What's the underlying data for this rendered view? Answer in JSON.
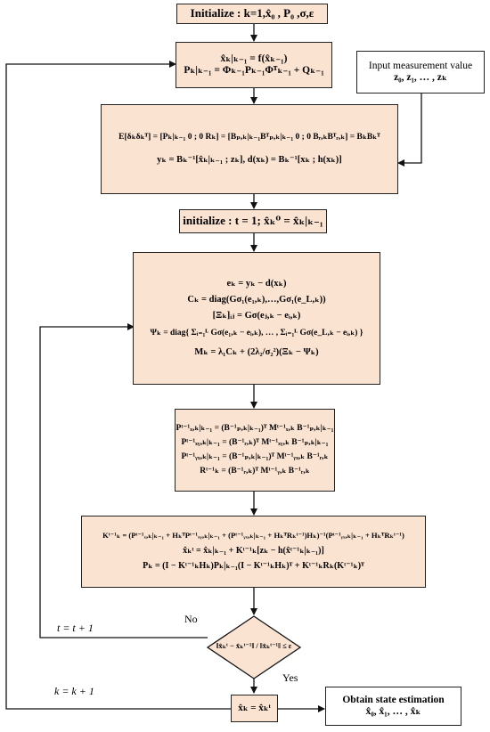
{
  "nodes": {
    "init": [
      "Initialize : k=1,x̂₀ , P₀ ,σ,ε"
    ],
    "predict": [
      "x̂ₖ|ₖ₋₁ = f(x̂ₖ₋₁)",
      "Pₖ|ₖ₋₁ = Φₖ₋₁Pₖ₋₁Φᵀₖ₋₁ + Qₖ₋₁"
    ],
    "measure": [
      "Input measurement value",
      "z₀, z₁, … , zₖ"
    ],
    "decomp": [
      "E[δₖδₖᵀ] = [Pₖ|ₖ₋₁ 0 ; 0 Rₖ] = [Bₚ,ₖ|ₖ₋₁Bᵀₚ,ₖ|ₖ₋₁ 0 ; 0 Bᵣ,ₖBᵀᵣ,ₖ] = BₖBₖᵀ",
      "yₖ = Bₖ⁻¹[x̂ₖ|ₖ₋₁ ; zₖ], d(xₖ) = Bₖ⁻¹[xₖ ; h(xₖ)]"
    ],
    "init2": [
      "initialize : t = 1; x̂ₖ⁰ = x̂ₖ|ₖ₋₁"
    ],
    "mcc": [
      "eₖ = yₖ − d(xₖ)",
      "Cₖ = diag(Gσ₁(e₁,ₖ),…,Gσ₁(e_L,ₖ))",
      "[Ξₖ]ᵢⱼ = Gσ(eⱼ,ₖ − eᵢ,ₖ)",
      "Ψₖ = diag{ Σᵢ₌₁ᴸ Gσ(e₁,ₖ − eᵢ,ₖ), … , Σᵢ₌₁ᴸ Gσ(e_L,ₖ − eᵢ,ₖ) }",
      "Mₖ = λ₁Cₖ + (2λ₂/σ₂²)(Ξₖ − Ψₖ)"
    ],
    "cov": [
      "Pᵗ⁻¹ₓ,ₖ|ₖ₋₁ = (B⁻¹ₚ,ₖ|ₖ₋₁)ᵀ Mᵗ⁻¹ₓ,ₖ B⁻¹ₚ,ₖ|ₖ₋₁",
      "Pᵗ⁻¹ₓᵧ,ₖ|ₖ₋₁ = (B⁻¹ᵣ,ₖ)ᵀ Mᵗ⁻¹ₓᵧ,ₖ B⁻¹ₚ,ₖ|ₖ₋₁",
      "Pᵗ⁻¹ᵧₓ,ₖ|ₖ₋₁ = (B⁻¹ₚ,ₖ|ₖ₋₁)ᵀ Mᵗ⁻¹ᵧₓ,ₖ B⁻¹ᵣ,ₖ",
      "Rᵗ⁻¹ₖ = (B⁻¹ᵣ,ₖ)ᵀ Mᵗ⁻¹ᵧ,ₖ B⁻¹ᵣ,ₖ"
    ],
    "update": [
      "Kᵗ⁻¹ₖ = (Pᵗ⁻¹ₓ,ₖ|ₖ₋₁ + HₖᵀPᵗ⁻¹ₓᵧ,ₖ|ₖ₋₁ + (Pᵗ⁻¹ᵧₓ,ₖ|ₖ₋₁ + HₖᵀRₖᵗ⁻¹)Hₖ)⁻¹(Pᵗ⁻¹ᵧₓ,ₖ|ₖ₋₁ + HₖᵀRₖᵗ⁻¹)",
      "x̂ₖᵗ = x̂ₖ|ₖ₋₁ + Kᵗ⁻¹ₖ[zₖ − h(x̂ᵗ⁻¹ₖ|ₖ₋₁)]",
      "Pₖ = (I − Kᵗ⁻¹ₖHₖ)Pₖ|ₖ₋₁(I − Kᵗ⁻¹ₖHₖ)ᵀ + Kᵗ⁻¹ₖRₖ(Kᵗ⁻¹ₖ)ᵀ"
    ],
    "decision": [
      "‖x̂ₖᵗ − x̂ₖᵗ⁻¹‖ / ‖x̂ₖᵗ⁻¹‖ ≤ ε"
    ],
    "final": [
      "x̂ₖ = x̂ₖᵗ"
    ],
    "output": [
      "Obtain state estimation",
      "x̂₀, x̂₁, … , x̂ₖ"
    ]
  },
  "labels": {
    "no": "No",
    "yes": "Yes",
    "t_update": "t = t + 1",
    "k_update": "k = k + 1"
  }
}
